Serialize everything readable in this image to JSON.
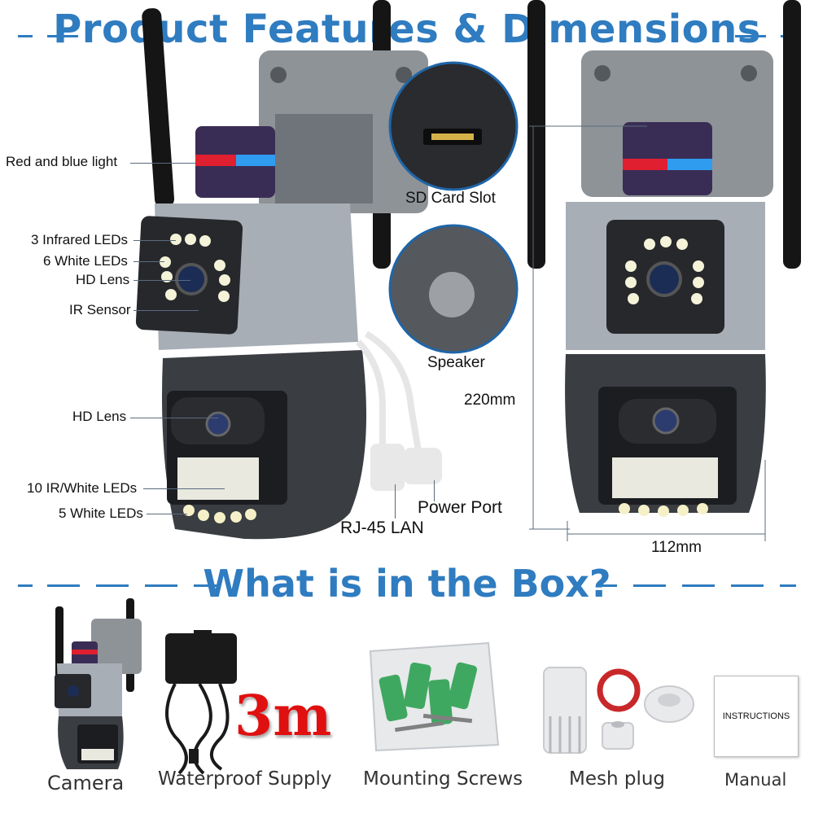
{
  "header": {
    "title": "Product Features & Dimensions",
    "box_title": "What is in the Box?"
  },
  "features": {
    "red_blue_light": "Red and blue light",
    "infrared_leds": "3 Infrared LEDs",
    "white_leds_6": "6 White LEDs",
    "hd_lens_top": "HD Lens",
    "ir_sensor": "IR Sensor",
    "hd_lens_bottom": "HD Lens",
    "ir_white_leds": "10 IR/White LEDs",
    "white_leds_5": "5 White LEDs",
    "sd_card_slot": "SD Card Slot",
    "speaker": "Speaker",
    "power_port": "Power Port",
    "rj45_lan": "RJ-45 LAN"
  },
  "dimensions": {
    "height": "220mm",
    "width": "112mm"
  },
  "box_contents": {
    "camera": "Camera",
    "supply": "Waterproof Supply",
    "cable_length": "3m",
    "screws": "Mounting Screws",
    "mesh_plug": "Mesh plug",
    "manual": "Manual",
    "manual_cover": "INSTRUCTIONS"
  },
  "colors": {
    "title_blue": "#2f7cc0",
    "body_grey": "#a8aeb6",
    "dark_grey": "#3a3d42",
    "accent_red": "#e01010"
  }
}
